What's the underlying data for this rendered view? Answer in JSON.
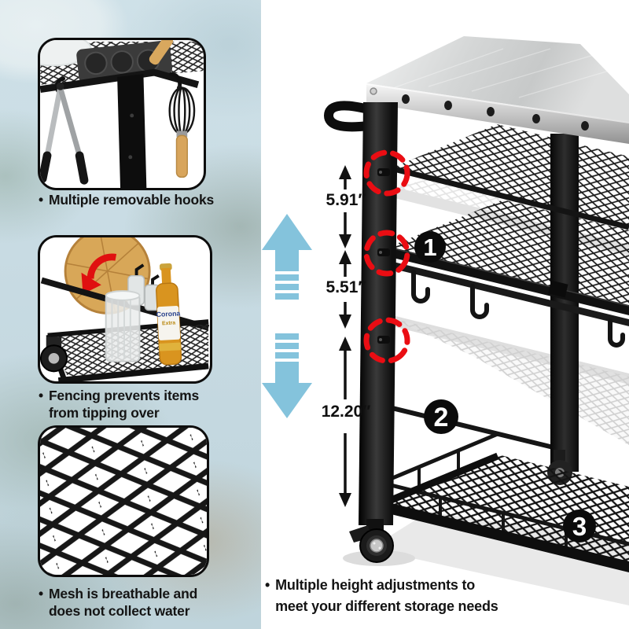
{
  "left_panel": {
    "bullet": "•",
    "features": [
      {
        "id": "removable-hooks",
        "lines": [
          "Multiple removable hooks",
          ""
        ]
      },
      {
        "id": "fencing",
        "lines": [
          "Fencing prevents items",
          "from tipping over"
        ]
      },
      {
        "id": "mesh",
        "lines": [
          "Mesh is breathable and",
          "does not collect water"
        ]
      }
    ],
    "bottle_label_lines": [
      "Corona",
      "Extra"
    ],
    "inset_icons": [
      "tongs-icon",
      "whisk-icon",
      "pizza-board-icon",
      "beer-bottle-icon",
      "mesh-pattern"
    ]
  },
  "right_panel": {
    "bullet": "•",
    "caption_lines": [
      "Multiple height adjustments to",
      "meet your different storage needs"
    ],
    "measurements": [
      {
        "id": "gap-top",
        "label": "5.91″"
      },
      {
        "id": "gap-middle",
        "label": "5.51″"
      },
      {
        "id": "gap-bottom",
        "label": "12.20″"
      }
    ],
    "badges": [
      {
        "number": "1"
      },
      {
        "number": "2"
      },
      {
        "number": "3"
      }
    ],
    "icons": {
      "up_arrow": "adjust-up-arrow",
      "down_arrow": "adjust-down-arrow",
      "hole_highlight": "red-dashed-circle"
    },
    "colors": {
      "accent_blue": "#84c3dc",
      "accent_red": "#ea0d13",
      "badge_black": "#0b0b0b",
      "steel": "#d8dada"
    }
  }
}
